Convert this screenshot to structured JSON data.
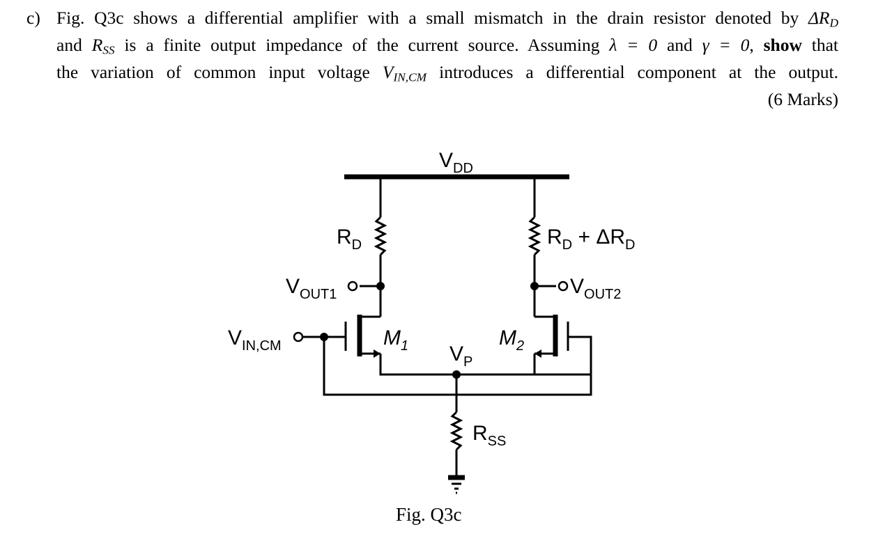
{
  "question": {
    "label": "c)",
    "fig_ref": "Fig. Q3c",
    "t1": "shows a differential amplifier with a small mismatch in the drain resistor denoted by",
    "t2": "and",
    "t3": "is a finite output impedance of the current source. Assuming",
    "t4": "and",
    "t5": ", ",
    "show_word": "show",
    "t6": "that",
    "t7": "the variation of common input voltage",
    "t8": "introduces a differential component at the output.",
    "sym_delta_rd": "ΔR",
    "sym_delta_rd_sub": "D",
    "sym_r": "R",
    "sym_rss_sub": "SS",
    "sym_lambda_eq": "λ = 0",
    "sym_gamma_eq": "γ = 0",
    "sym_v": "V",
    "sym_vincm_sub": "IN,CM",
    "marks": "(6 Marks)"
  },
  "circuit": {
    "vdd_main": "V",
    "vdd_sub": "DD",
    "rd_main": "R",
    "rd_sub": "D",
    "rd2_main": "R",
    "rd2_sub": "D",
    "rd2_plus": " + ΔR",
    "rd2_plus_sub": "D",
    "vout1_main": "V",
    "vout1_sub": "OUT1",
    "vout2_main": "V",
    "vout2_sub": "OUT2",
    "vin_main": "V",
    "vin_sub": "IN,CM",
    "m1_main": "M",
    "m1_sub": "1",
    "m2_main": "M",
    "m2_sub": "2",
    "vp_main": "V",
    "vp_sub": "P",
    "rss_main": "R",
    "rss_sub": "SS"
  },
  "caption": "Fig. Q3c"
}
